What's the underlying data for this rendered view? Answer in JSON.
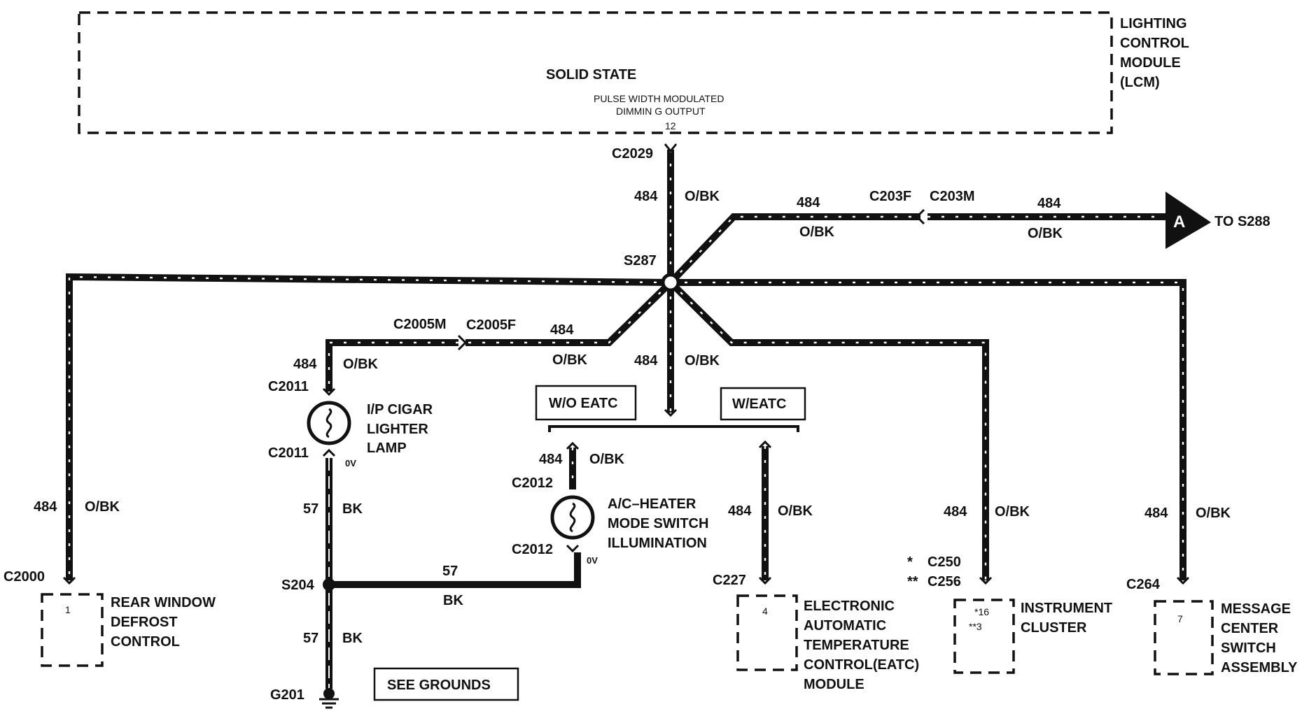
{
  "module": {
    "name_lines": [
      "LIGHTING",
      "CONTROL",
      "MODULE",
      "(LCM)"
    ],
    "solid_state": "SOLID STATE",
    "output_lines": [
      "PULSE WIDTH MODULATED",
      "DIMMIN G OUTPUT"
    ],
    "pin": "12"
  },
  "connectors": {
    "c2029": "C2029",
    "c203f": "C203F",
    "c203m": "C203M",
    "c2005m": "C2005M",
    "c2005f": "C2005F",
    "c2011_top": "C2011",
    "c2011_bot": "C2011",
    "c2012_top": "C2012",
    "c2012_bot": "C2012",
    "c2000": "C2000",
    "c227": "C227",
    "c250": "C250",
    "c256": "C256",
    "c250_mark": "*",
    "c256_mark": "**",
    "c264": "C264"
  },
  "splices": {
    "s287": "S287",
    "s204": "S204",
    "g201": "G201",
    "s288_ref": "TO S288",
    "arrow_letter": "A"
  },
  "circuit": {
    "num": "484",
    "color": "O/BK"
  },
  "ground_circuit": {
    "num": "57",
    "color": "BK"
  },
  "voltage": "0V",
  "tags": {
    "wo_eatc": "W/O EATC",
    "w_eatc": "W/EATC",
    "see_grounds": "SEE GROUNDS"
  },
  "components": {
    "rear_window": {
      "pin": "1",
      "lines": [
        "REAR WINDOW",
        "DEFROST",
        "CONTROL"
      ]
    },
    "cigar_lamp": {
      "lines": [
        "I/P CIGAR",
        "LIGHTER",
        "LAMP"
      ]
    },
    "ac_heater": {
      "lines": [
        "A/C–HEATER",
        "MODE SWITCH",
        "ILLUMINATION"
      ]
    },
    "eatc": {
      "pin": "4",
      "lines": [
        "ELECTRONIC",
        "AUTOMATIC",
        "TEMPERATURE",
        "CONTROL(EATC)",
        "MODULE"
      ]
    },
    "cluster": {
      "pin_a": "*16",
      "pin_b": "**3",
      "lines": [
        "INSTRUMENT",
        "CLUSTER"
      ]
    },
    "message_center": {
      "pin": "7",
      "lines": [
        "MESSAGE",
        "CENTER",
        "SWITCH",
        "ASSEMBLY"
      ]
    }
  }
}
